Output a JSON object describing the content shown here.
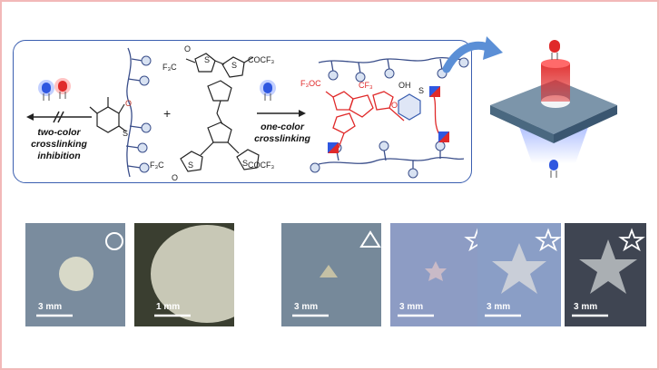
{
  "scheme": {
    "left_caption_line1": "two-color",
    "left_caption_line2": "crosslinking",
    "left_caption_line3": "inhibition",
    "right_caption_line1": "one-color",
    "right_caption_line2": "crosslinking",
    "plus": "+",
    "labels": {
      "cof3_a": "COCF₃",
      "f3c_a": "F₃C",
      "cof3_b": "COCF₃",
      "f3c_b": "F₃C",
      "s": "S",
      "f3coc": "F₃OC",
      "cf3": "CF₃",
      "oh": "OH",
      "o": "O"
    }
  },
  "photos": [
    {
      "scale": "3 mm",
      "shape": "circle"
    },
    {
      "scale": "1 mm",
      "shape": "circle"
    },
    {
      "scale": "3 mm",
      "shape": "triangle"
    },
    {
      "scale": "3 mm",
      "shape": "star"
    },
    {
      "scale": "3 mm",
      "shape": "star"
    },
    {
      "scale": "3 mm",
      "shape": "star"
    }
  ],
  "colors": {
    "blue_led": "#2f57e0",
    "red_led": "#e02a2a",
    "frame": "#f2b8b8",
    "box_border": "#3b5fb0"
  }
}
